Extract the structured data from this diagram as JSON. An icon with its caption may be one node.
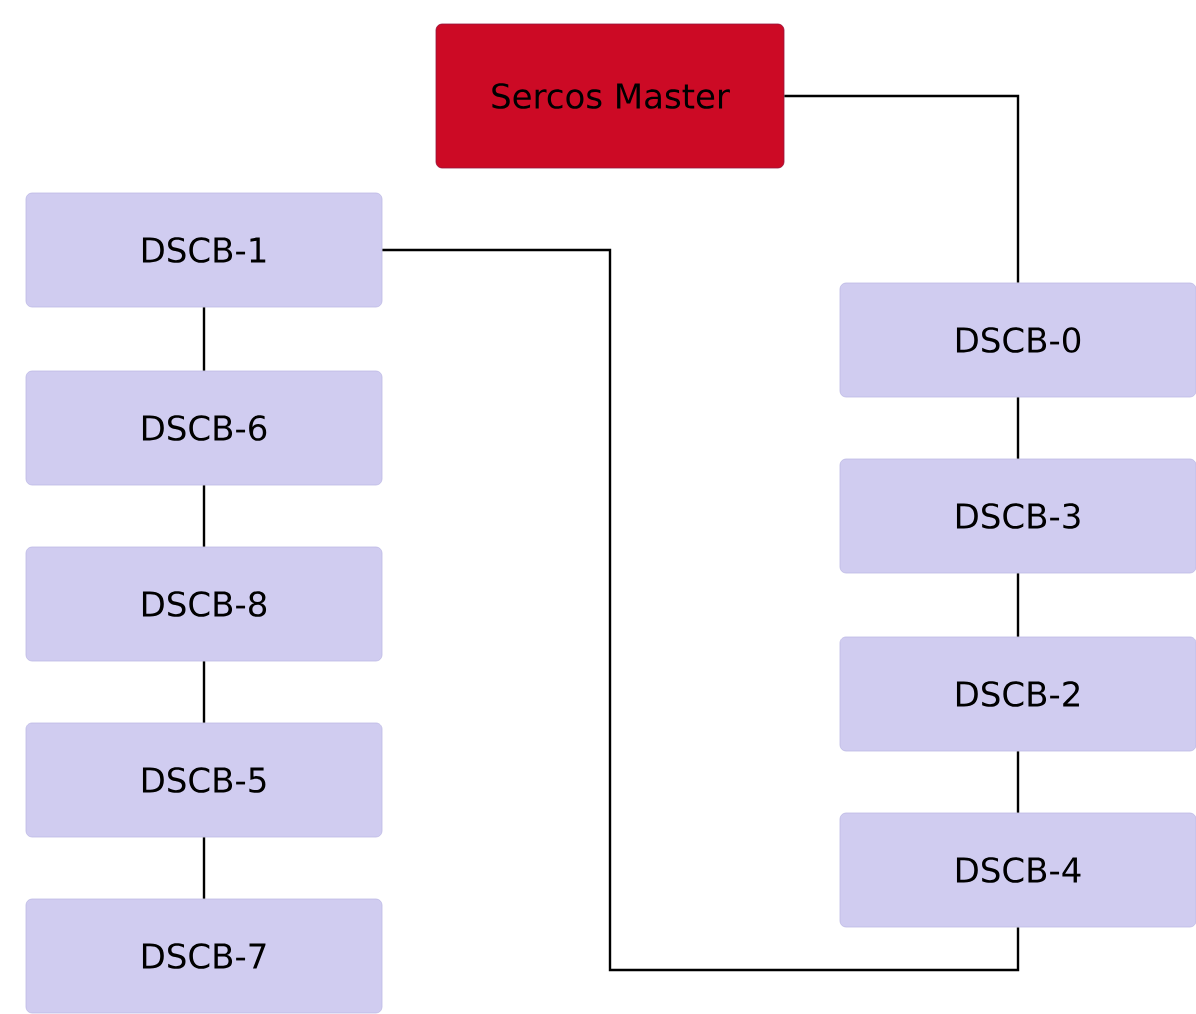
{
  "diagram": {
    "nodes": [
      {
        "text": [
          "Sercos Master"
        ]
      },
      {
        "text": [
          "DSCB-1"
        ]
      },
      {
        "text": [
          "DSCB-6"
        ]
      },
      {
        "text": [
          "DSCB-8"
        ]
      },
      {
        "text": [
          "DSCB-5"
        ]
      },
      {
        "text": [
          "DSCB-7"
        ]
      },
      {
        "text": [
          "DSCB-0"
        ]
      },
      {
        "text": [
          "DSCB-3"
        ]
      },
      {
        "text": [
          "DSCB-2"
        ]
      },
      {
        "text": [
          "DSCB-4"
        ]
      }
    ],
    "edges": [
      {
        "from": 0,
        "to": 6,
        "arrow": "none"
      },
      {
        "from": 6,
        "to": 7,
        "arrow": "none"
      },
      {
        "from": 7,
        "to": 8,
        "arrow": "none"
      },
      {
        "from": 8,
        "to": 9,
        "arrow": "none"
      },
      {
        "from": 9,
        "to": 1,
        "arrow": "none"
      },
      {
        "from": 1,
        "to": 2,
        "arrow": "none"
      },
      {
        "from": 2,
        "to": 3,
        "arrow": "none"
      },
      {
        "from": 3,
        "to": 4,
        "arrow": "none"
      },
      {
        "from": 4,
        "to": 5,
        "arrow": "none"
      }
    ]
  }
}
